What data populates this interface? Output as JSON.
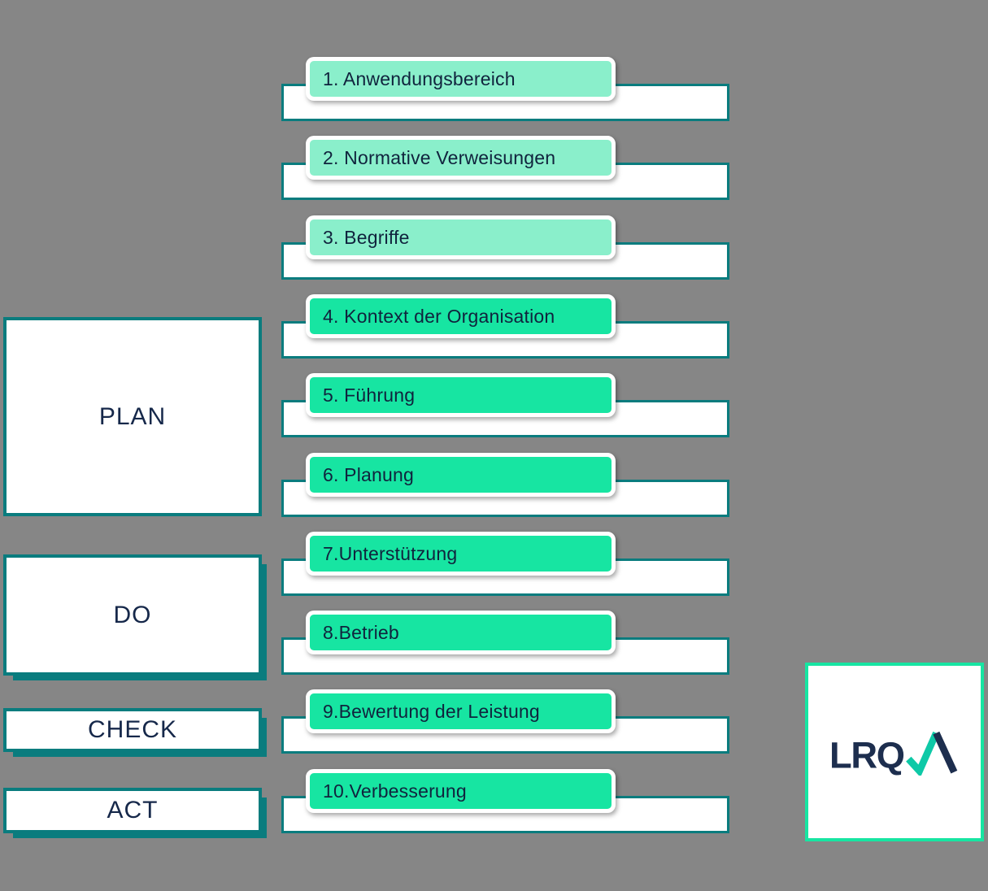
{
  "colors": {
    "background": "#868686",
    "teal": "#0a7c7e",
    "bright_green": "#17e5a2",
    "light_green": "#8aefcb",
    "navy": "#16284a",
    "logo_navy": "#1d2e4e",
    "logo_teal": "#0ec9a7",
    "white": "#ffffff"
  },
  "phases": [
    {
      "label": "PLAN"
    },
    {
      "label": "DO"
    },
    {
      "label": "CHECK"
    },
    {
      "label": "ACT"
    }
  ],
  "clauses": [
    {
      "label": "1. Anwendungsbereich",
      "tone": "light"
    },
    {
      "label": "2. Normative Verweisungen",
      "tone": "light"
    },
    {
      "label": "3. Begriffe",
      "tone": "light"
    },
    {
      "label": "4. Kontext der Organisation",
      "tone": "bright"
    },
    {
      "label": "5. Führung",
      "tone": "bright"
    },
    {
      "label": "6. Planung",
      "tone": "bright"
    },
    {
      "label": "7.Unterstützung",
      "tone": "bright"
    },
    {
      "label": "8.Betrieb",
      "tone": "bright"
    },
    {
      "label": "9.Bewertung der Leistung",
      "tone": "bright"
    },
    {
      "label": "10.Verbesserung",
      "tone": "bright"
    }
  ],
  "logo": {
    "wordmark": "LRQA",
    "wordmark_prefix": "LRQ"
  }
}
